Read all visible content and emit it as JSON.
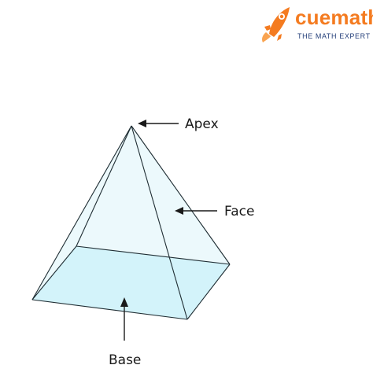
{
  "brand": {
    "name": "cuemath",
    "tagline": "THE MATH EXPERT",
    "colors": {
      "rocket": "#f47b20",
      "wordmark": "#f47b20",
      "tagline": "#243f7a"
    }
  },
  "diagram": {
    "labels": {
      "apex": "Apex",
      "face": "Face",
      "base": "Base"
    },
    "colors": {
      "base_fill": "#a6e8f8",
      "face_fill": "#e5f6fb",
      "edge": "#1f2d33",
      "arrow": "#1a1a1a"
    },
    "icons": [
      "rocket-icon",
      "arrow-left-icon",
      "arrow-up-icon"
    ]
  }
}
